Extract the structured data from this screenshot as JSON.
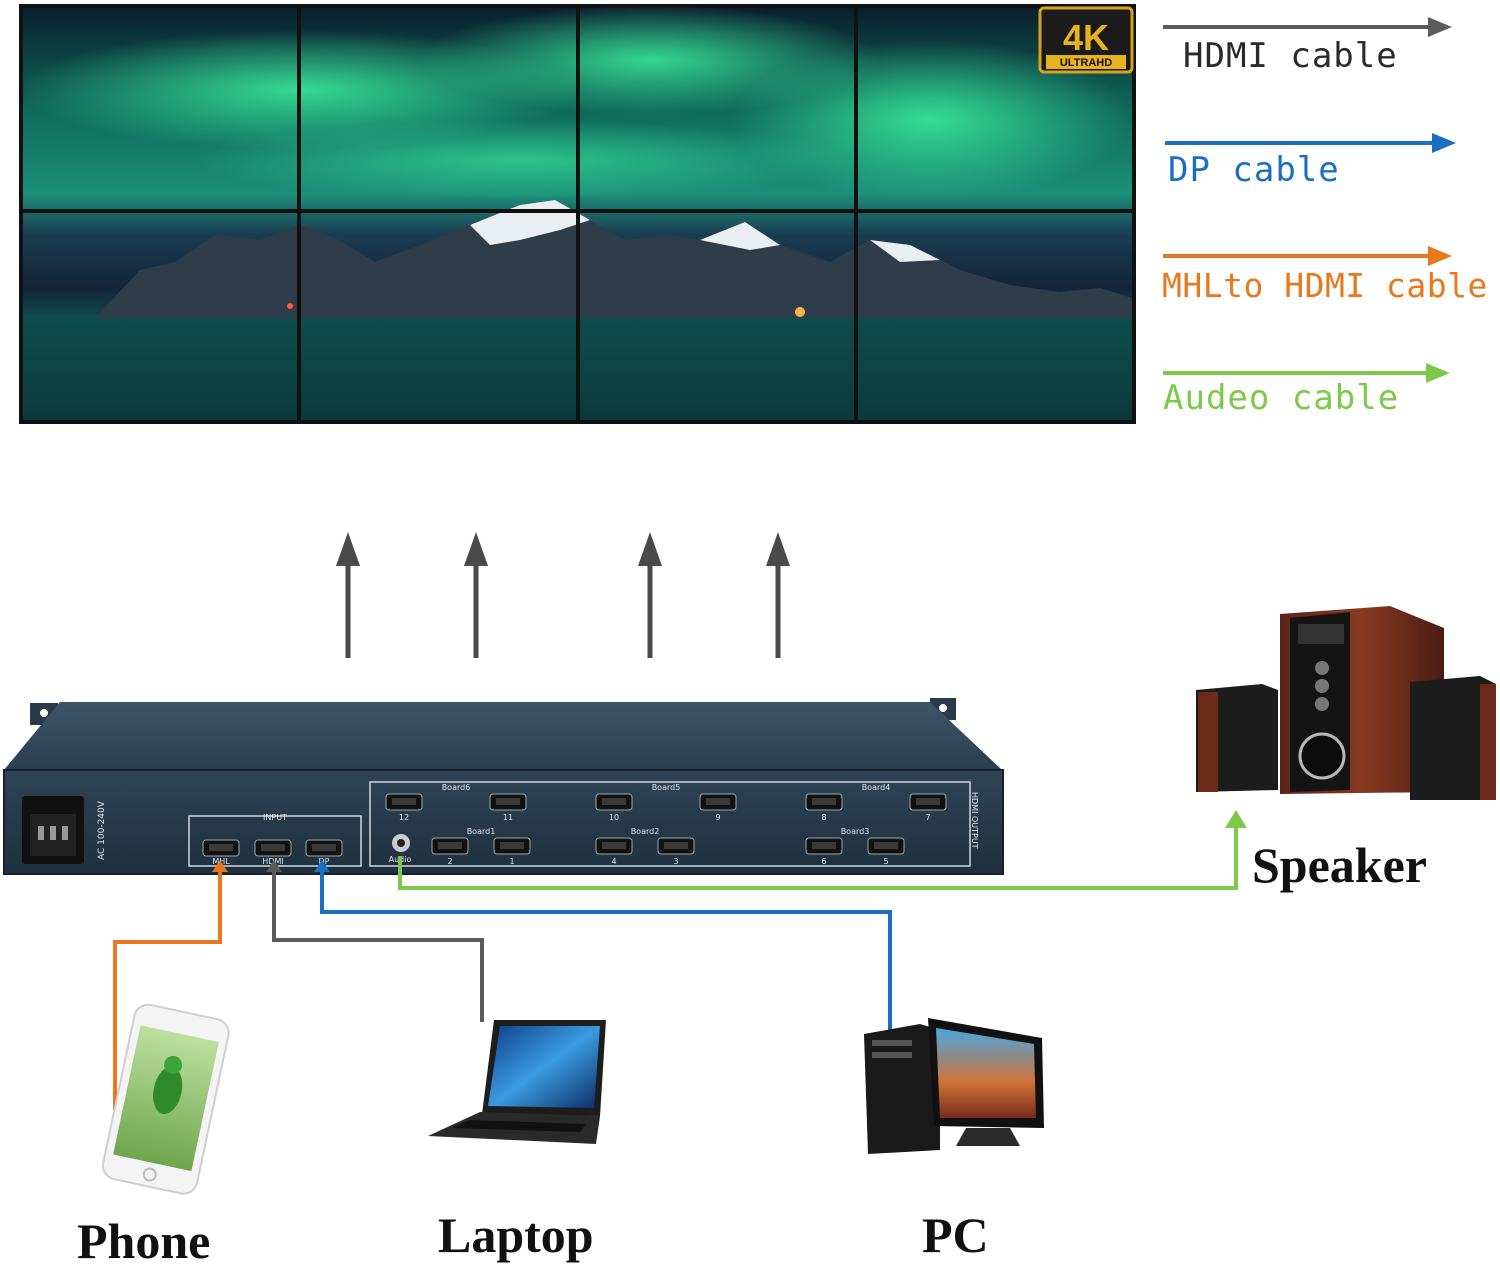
{
  "badge": {
    "main": "4K",
    "sub": "ULTRAHD"
  },
  "legend": [
    {
      "label": "HDMI cable",
      "color": "#5b5b5b"
    },
    {
      "label": "DP cable",
      "color": "#1b6fc3"
    },
    {
      "label": "MHLto HDMI cable",
      "color": "#e8781e"
    },
    {
      "label": "Audeo cable",
      "color": "#7ec84a"
    }
  ],
  "device": {
    "power_label": "AC 100-240V",
    "input_label": "INPUT",
    "input_ports": [
      "MHL",
      "HDMI",
      "DP"
    ],
    "audio_label": "Audio",
    "output_label": "HDMI OUTPUT",
    "boards": [
      {
        "label": "Board6",
        "ports": [
          "12",
          "11"
        ]
      },
      {
        "label": "Board5",
        "ports": [
          "10",
          "9"
        ]
      },
      {
        "label": "Board4",
        "ports": [
          "8",
          "7"
        ]
      },
      {
        "label": "Board1",
        "ports": [
          "2",
          "1"
        ]
      },
      {
        "label": "Board2",
        "ports": [
          "4",
          "3"
        ]
      },
      {
        "label": "Board3",
        "ports": [
          "6",
          "5"
        ]
      }
    ]
  },
  "devices": {
    "phone": "Phone",
    "laptop": "Laptop",
    "pc": "PC",
    "speaker": "Speaker"
  }
}
